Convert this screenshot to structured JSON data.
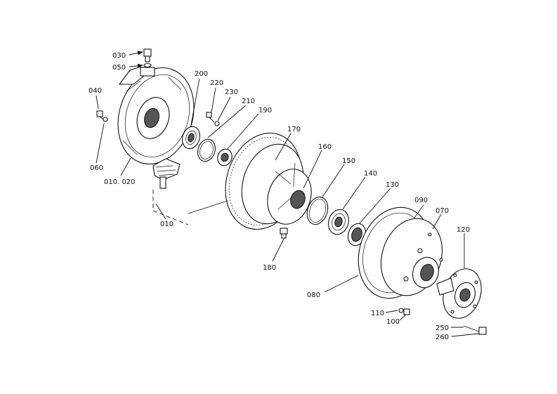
{
  "labels": {
    "p030": "030",
    "p050": "050",
    "p040": "040",
    "p060": "060",
    "p010_020": "010. 020",
    "p010": "010",
    "p200": "200",
    "p220": "220",
    "p230": "230",
    "p210": "210",
    "p190": "190",
    "p170": "170",
    "p160": "160",
    "p150": "150",
    "p140": "140",
    "p130": "130",
    "p090": "090",
    "p070": "070",
    "p120": "120",
    "p180": "180",
    "p080": "080",
    "p110": "110",
    "p100": "100",
    "p250": "250",
    "p260": "260"
  },
  "icons": {
    "arrow": "arrow-head"
  }
}
